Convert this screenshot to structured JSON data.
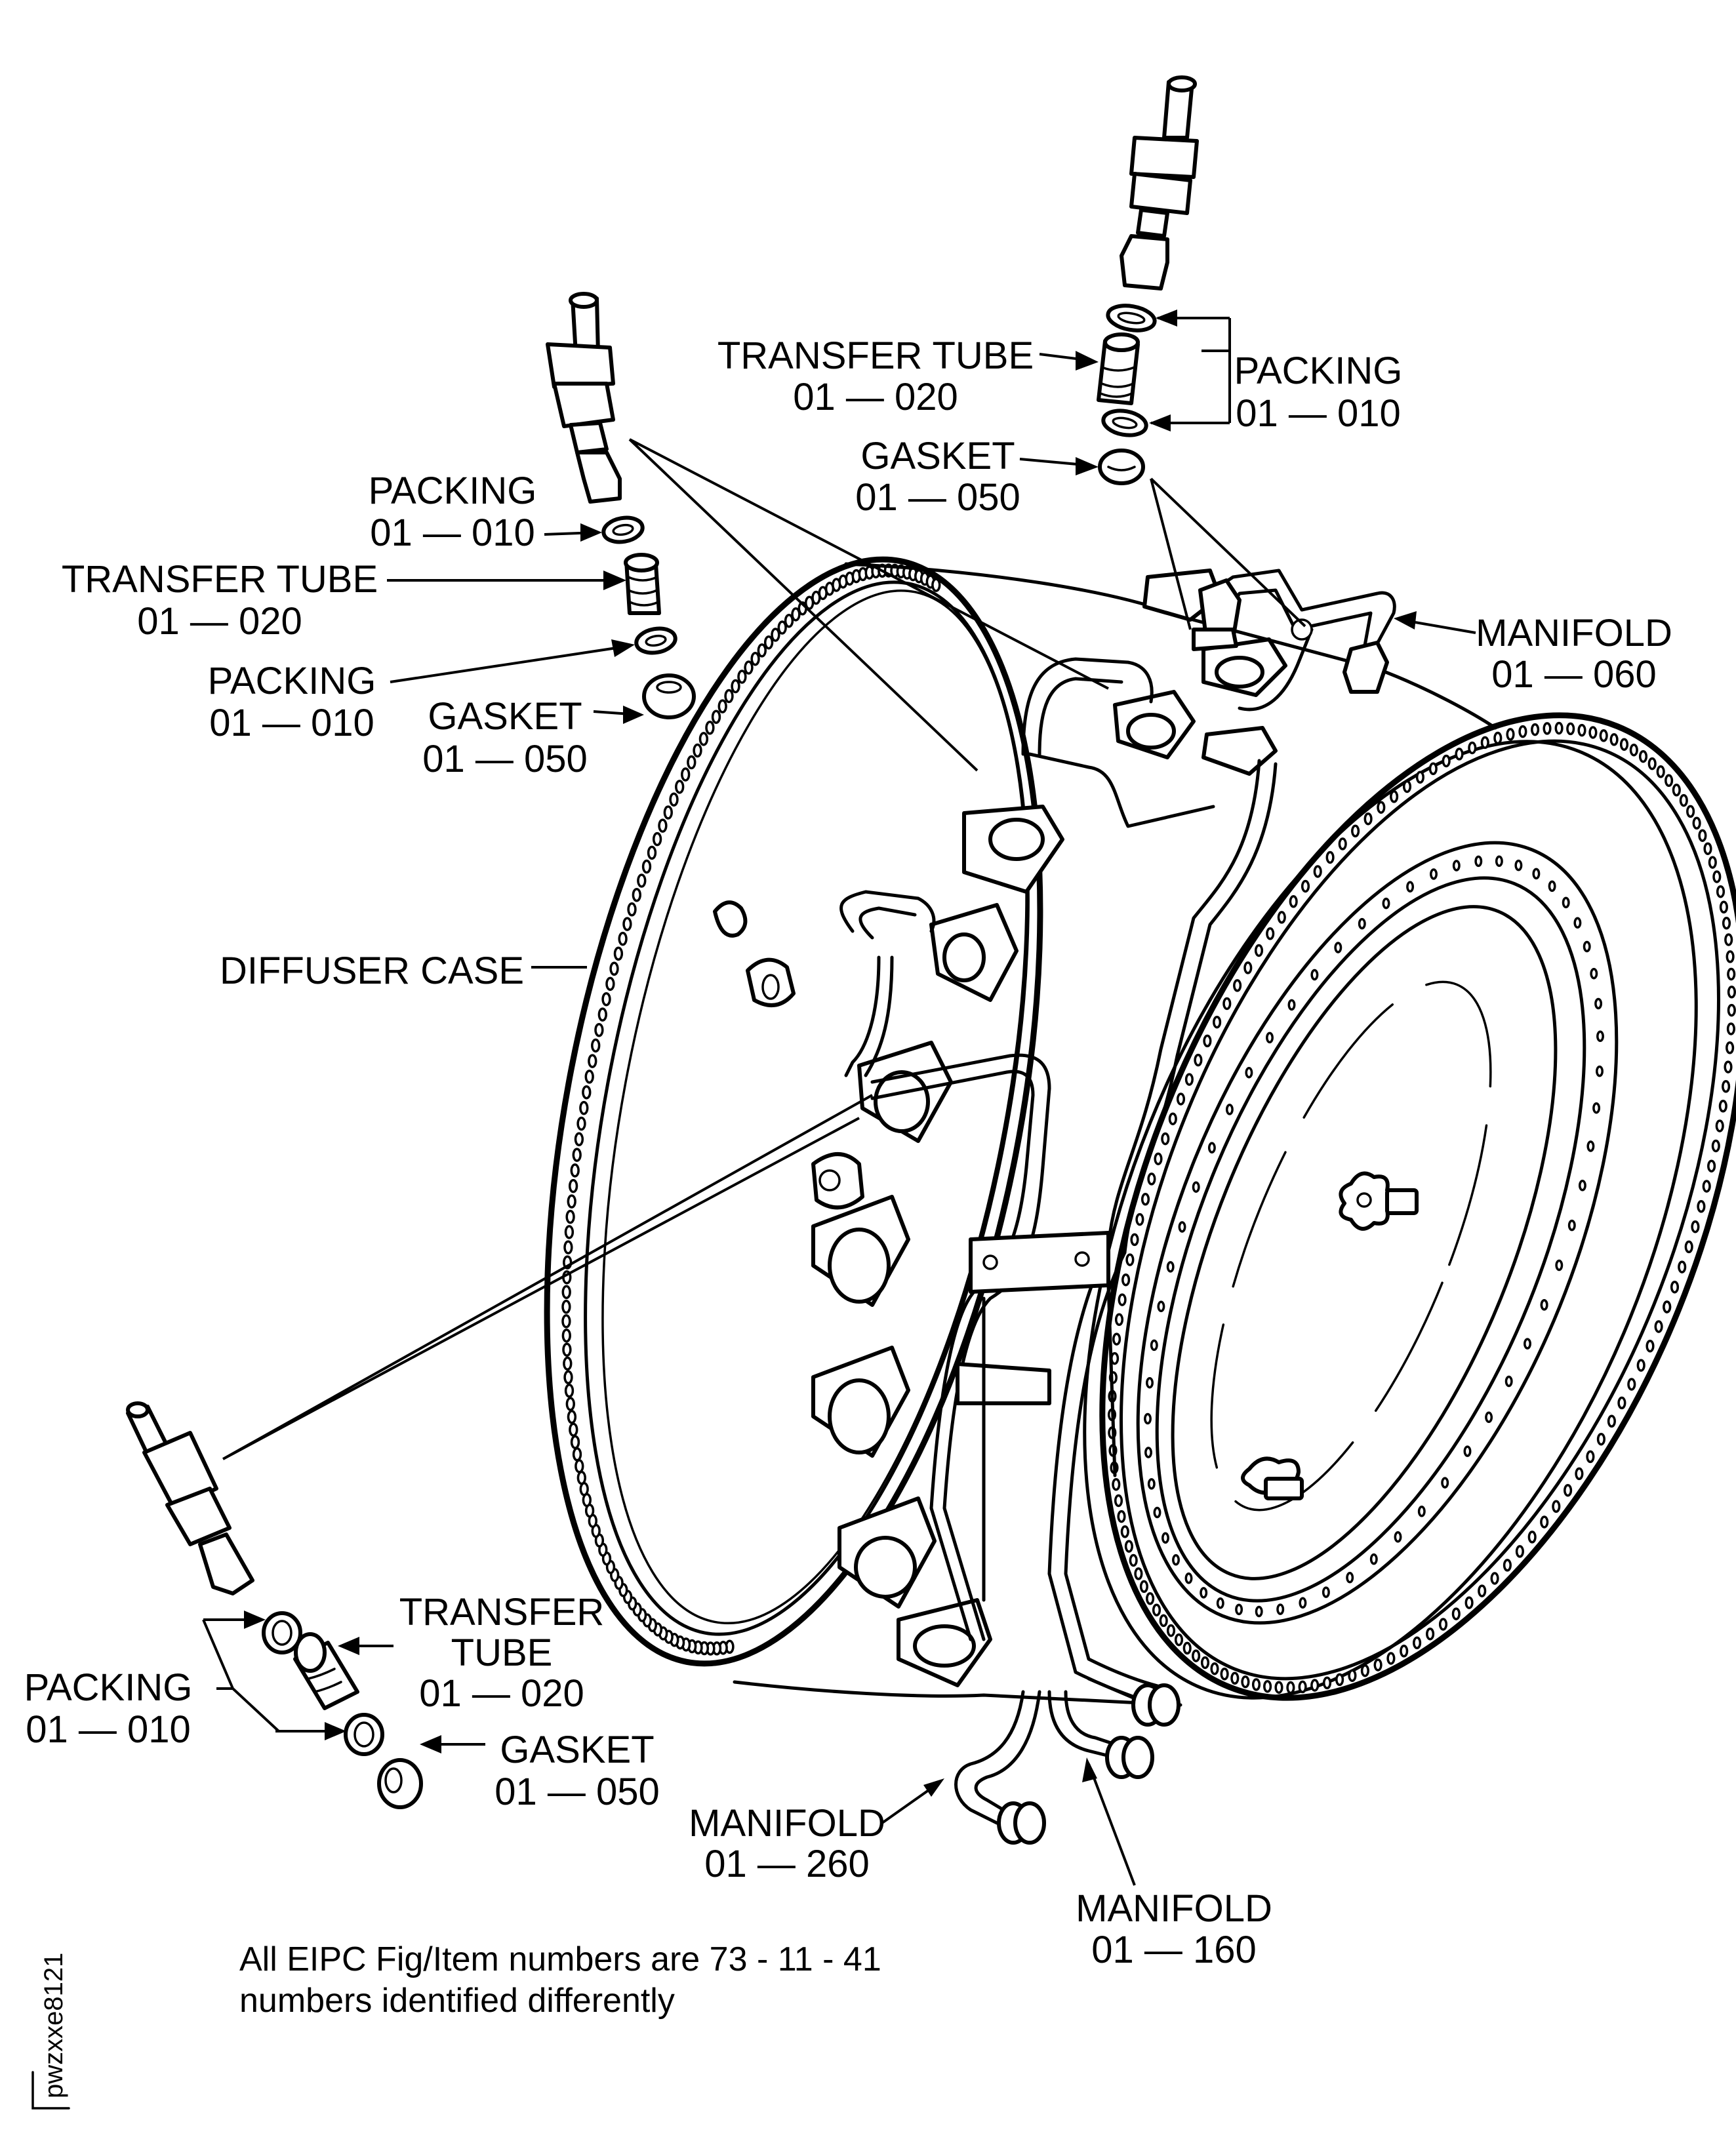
{
  "figure": {
    "id_code": "pwzxxe8121",
    "note_lines": [
      "All EIPC Fig/Item numbers are 73 - 11 - 41",
      "numbers identified differently"
    ]
  },
  "callouts": {
    "top_center": {
      "transfer_tube": {
        "name": "TRANSFER TUBE",
        "number": "01 — 020"
      },
      "packing": {
        "name": "PACKING",
        "number": "01 — 010"
      },
      "gasket": {
        "name": "GASKET",
        "number": "01 — 050"
      }
    },
    "top_left": {
      "packing_upper": {
        "name": "PACKING",
        "number": "01 — 010"
      },
      "transfer_tube": {
        "name": "TRANSFER TUBE",
        "number": "01 — 020"
      },
      "packing_lower": {
        "name": "PACKING",
        "number": "01 — 010"
      },
      "gasket": {
        "name": "GASKET",
        "number": "01 — 050"
      }
    },
    "manifold_060": {
      "name": "MANIFOLD",
      "number": "01 — 060"
    },
    "diffuser_case": {
      "name": "DIFFUSER CASE"
    },
    "bottom_left": {
      "transfer_tube": {
        "name_line1": "TRANSFER",
        "name_line2": "TUBE",
        "number": "01 — 020"
      },
      "packing": {
        "name": "PACKING",
        "number": "01 — 010"
      },
      "gasket": {
        "name": "GASKET",
        "number": "01 — 050"
      }
    },
    "manifold_260": {
      "name": "MANIFOLD",
      "number": "01 — 260"
    },
    "manifold_160": {
      "name": "MANIFOLD",
      "number": "01 — 160"
    }
  },
  "colors": {
    "ink": "#000000",
    "paper": "#ffffff"
  }
}
